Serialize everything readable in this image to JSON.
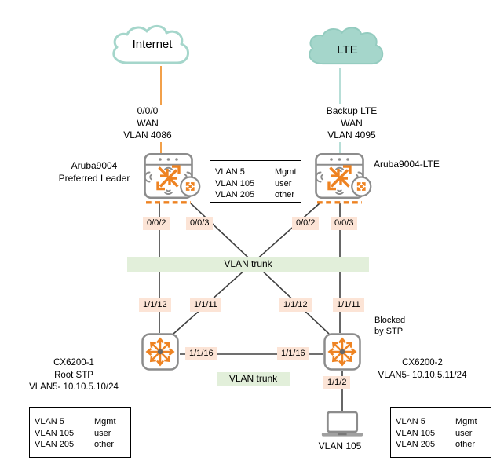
{
  "colors": {
    "teal_cloud": "#a5d6cb",
    "teal_line": "#b7ded7",
    "orange_icon": "#ee8322",
    "orange_wan_line": "#f2a04a",
    "port_label_bg": "#fce4d6",
    "trunk_bar_bg": "#e2efda",
    "connector_dark": "#404040",
    "icon_gray": "#8c8c8c"
  },
  "internet_cloud": {
    "label": "Internet"
  },
  "lte_cloud": {
    "label": "LTE"
  },
  "wan_internet": {
    "line1": "0/0/0",
    "line2": "WAN",
    "line3": "VLAN 4086"
  },
  "wan_lte": {
    "line1": "Backup LTE",
    "line2": "WAN",
    "line3": "VLAN 4095"
  },
  "gateway1": {
    "name": "Aruba9004",
    "role": "Preferred Leader",
    "port_a": "0/0/2",
    "port_b": "0/0/3"
  },
  "gateway2": {
    "name": "Aruba9004-LTE",
    "port_a": "0/0/2",
    "port_b": "0/0/3"
  },
  "switch1": {
    "name": "CX6200-1",
    "role": "Root STP",
    "ip": "VLAN5- 10.10.5.10/24",
    "port_a": "1/1/12",
    "port_b": "1/1/11",
    "port_isl": "1/1/16"
  },
  "switch2": {
    "name": "CX6200-2",
    "ip": "VLAN5- 10.10.5.11/24",
    "port_a": "1/1/12",
    "port_b": "1/1/11",
    "port_isl": "1/1/16",
    "port_access": "1/1/2"
  },
  "trunk_upper": {
    "label": "VLAN trunk"
  },
  "trunk_lower": {
    "label": "VLAN trunk"
  },
  "stp_note": {
    "text": "Blocked\nby STP"
  },
  "endpoint": {
    "label": "VLAN 105"
  },
  "legend": {
    "rows": [
      {
        "vlan": "VLAN 5",
        "role": "Mgmt"
      },
      {
        "vlan": "VLAN 105",
        "role": "user"
      },
      {
        "vlan": "VLAN 205",
        "role": "other"
      }
    ]
  }
}
